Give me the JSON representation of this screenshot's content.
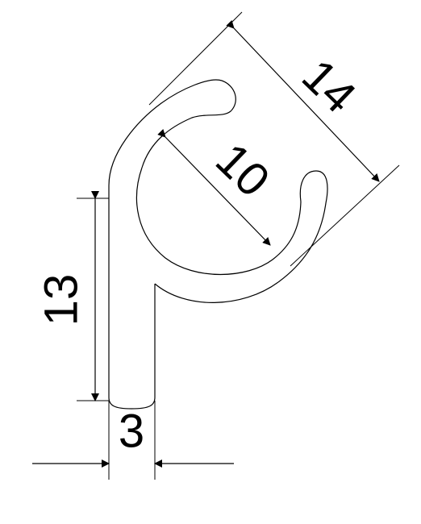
{
  "drawing": {
    "dimensions": {
      "width_14": "14",
      "diameter_10": "10",
      "height_13": "13",
      "thickness_3": "3"
    }
  }
}
